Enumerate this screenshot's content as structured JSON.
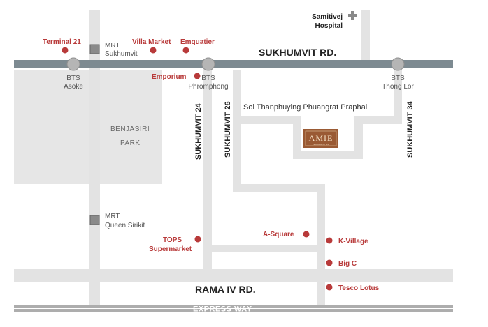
{
  "roads": {
    "sukhumvit": "SUKHUMVIT RD.",
    "rama4": "RAMA IV RD.",
    "expressway": "EXPRESS WAY",
    "soi24": "SUKHUMVIT 24",
    "soi26": "SUKHUMVIT 26",
    "soi34": "SUKHUMVIT 34",
    "soi_phuangrat": "Soi Thanphuying Phuangrat Praphai"
  },
  "park": {
    "line1": "BENJASIRI",
    "line2": "PARK"
  },
  "stations": {
    "bts_asoke": {
      "line1": "BTS",
      "line2": "Asoke"
    },
    "bts_phromphong": {
      "line1": "BTS",
      "line2": "Phromphong"
    },
    "bts_thonglor": {
      "line1": "BTS",
      "line2": "Thong Lor"
    },
    "mrt_sukhumvit": {
      "line1": "MRT",
      "line2": "Sukhumvit"
    },
    "mrt_queen_sirikit": {
      "line1": "MRT",
      "line2": "Queen Sirikit"
    }
  },
  "places": {
    "terminal21": "Terminal 21",
    "villa_market": "Villa Market",
    "emquatier": "Emquatier",
    "emporium": "Emporium",
    "tops": {
      "line1": "TOPS",
      "line2": "Supermarket"
    },
    "a_square": "A-Square",
    "k_village": "K-Village",
    "big_c": "Big C",
    "tesco_lotus": "Tesco Lotus"
  },
  "hospital": {
    "line1": "Samitivej",
    "line2": "Hospital"
  },
  "property": {
    "name": "AMIE",
    "tagline": "SUKHUMVIT 24"
  },
  "colors": {
    "road": "#e3e3e3",
    "sukhumvit_road": "#7d8a91",
    "park": "#e6e6e6",
    "marker": "#b83a3a",
    "station": "#b5b5b5",
    "mrt": "#8a8a8a",
    "property": "#9a5a34",
    "expressway": "#adadad"
  }
}
